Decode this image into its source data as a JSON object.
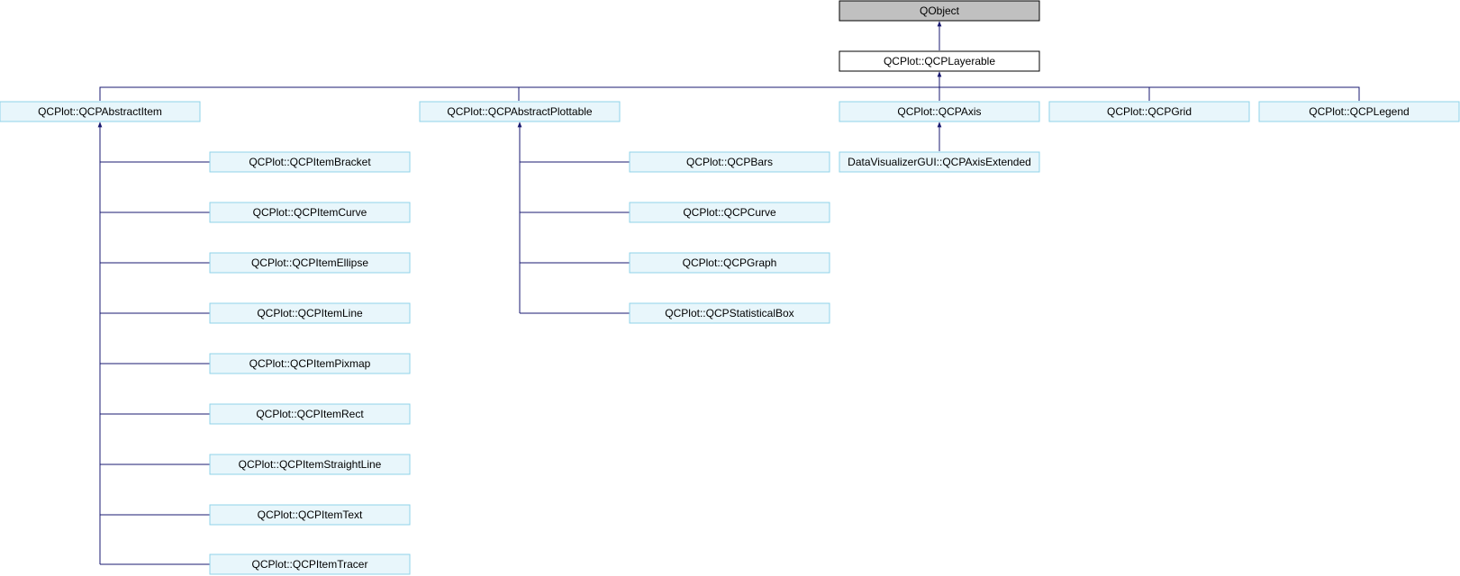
{
  "colors": {
    "edge": "#191970",
    "node_fill": "#e8f6fb",
    "node_stroke": "#8fd3e8",
    "root_fill": "#c0c0c0",
    "root_stroke": "#000000",
    "highlight_fill": "#ffffff",
    "highlight_stroke": "#000000"
  },
  "nodes": {
    "qobject": "QObject",
    "layerable": "QCPlot::QCPLayerable",
    "abstract_item": "QCPlot::QCPAbstractItem",
    "abstract_plottable": "QCPlot::QCPAbstractPlottable",
    "axis": "QCPlot::QCPAxis",
    "grid": "QCPlot::QCPGrid",
    "legend": "QCPlot::QCPLegend",
    "item_bracket": "QCPlot::QCPItemBracket",
    "item_curve": "QCPlot::QCPItemCurve",
    "item_ellipse": "QCPlot::QCPItemEllipse",
    "item_line": "QCPlot::QCPItemLine",
    "item_pixmap": "QCPlot::QCPItemPixmap",
    "item_rect": "QCPlot::QCPItemRect",
    "item_straight_line": "QCPlot::QCPItemStraightLine",
    "item_text": "QCPlot::QCPItemText",
    "item_tracer": "QCPlot::QCPItemTracer",
    "bars": "QCPlot::QCPBars",
    "curve": "QCPlot::QCPCurve",
    "graph": "QCPlot::QCPGraph",
    "statistical_box": "QCPlot::QCPStatisticalBox",
    "axis_extended": "DataVisualizerGUI::QCPAxisExtended"
  }
}
